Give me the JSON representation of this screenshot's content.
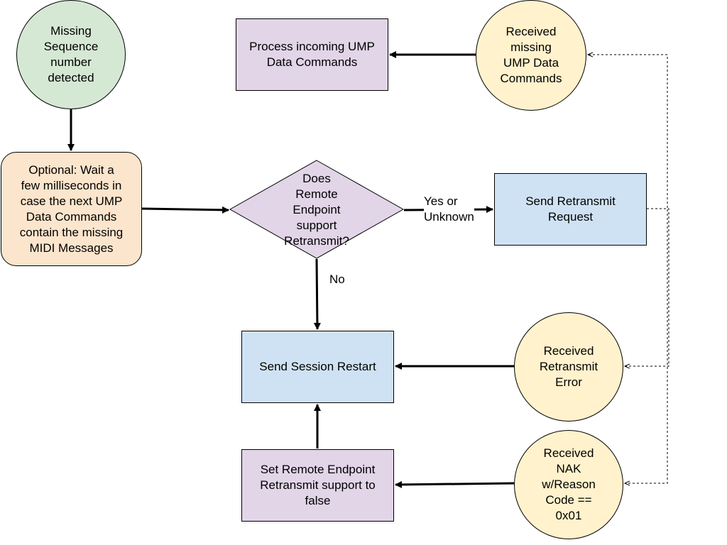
{
  "nodes": {
    "missing_seq": "Missing\nSequence\nnumber\ndetected",
    "optional_wait": "Optional: Wait a\nfew milliseconds in\ncase the next UMP\nData Commands\ncontain the missing\nMIDI Messages",
    "decision": "Does\nRemote\nEndpoint\nsupport\nRetransmit?",
    "send_retransmit": "Send Retransmit\nRequest",
    "process_incoming": "Process incoming UMP\nData Commands",
    "received_missing": "Received\nmissing\nUMP Data\nCommands",
    "send_restart": "Send Session Restart",
    "received_error": "Received\nRetransmit\nError",
    "set_remote": "Set Remote Endpoint\nRetransmit support to\nfalse",
    "received_nak": "Received\nNAK\nw/Reason\nCode ==\n0x01"
  },
  "edge_labels": {
    "yes_unknown": "Yes or\nUnknown",
    "no": "No"
  },
  "colors": {
    "start": "#d5e8d4",
    "event": "#fff2cc",
    "process": "#e1d5e7",
    "action": "#cfe2f3",
    "wait": "#fce5cd"
  }
}
